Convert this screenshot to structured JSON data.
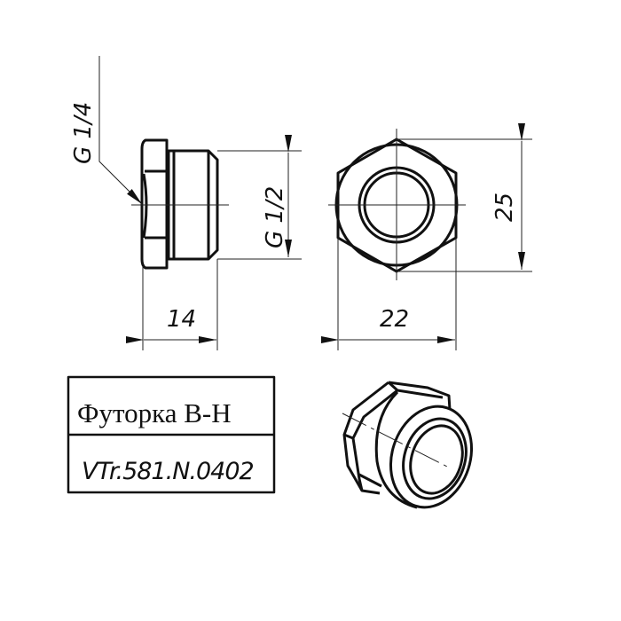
{
  "drawing": {
    "title": "Футорка В-Н",
    "part_number": "VTr.581.N.0402",
    "colors": {
      "line": "#111111",
      "background": "#ffffff"
    }
  },
  "dimensions": {
    "inner_thread": "G 1/4",
    "outer_thread": "G 1/2",
    "length": "14",
    "hex_width": "22",
    "hex_across_corners": "25"
  },
  "views": [
    "side-view",
    "front-view",
    "isometric-view",
    "title-block"
  ]
}
